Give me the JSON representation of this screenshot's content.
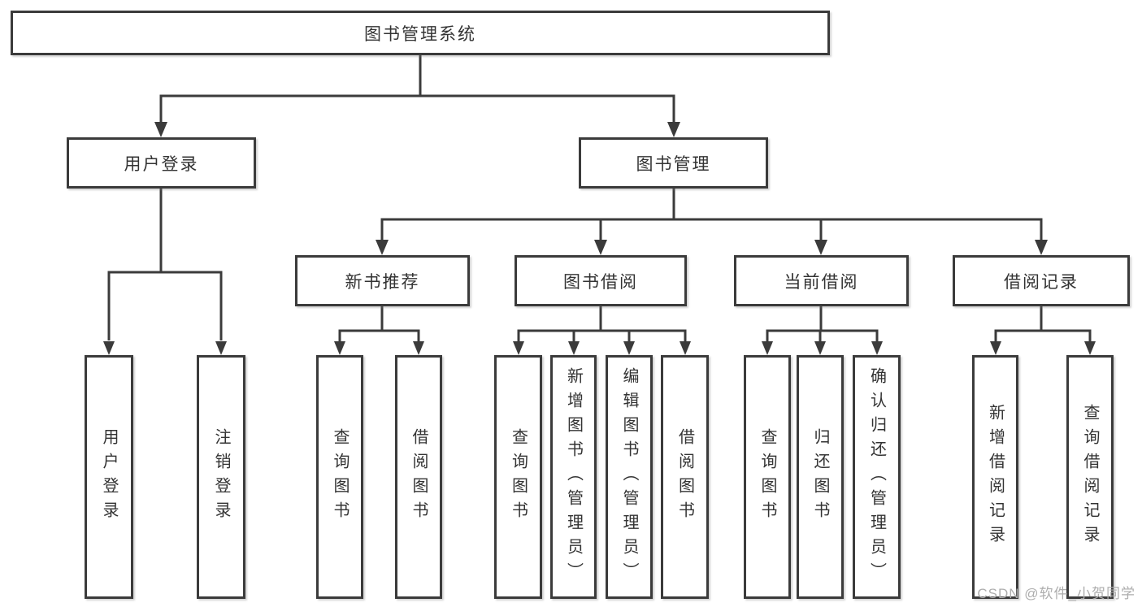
{
  "tree": {
    "root": {
      "label": "图书管理系统",
      "children": [
        {
          "label": "用户登录",
          "children": [
            {
              "label": "用户登录"
            },
            {
              "label": "注销登录"
            }
          ]
        },
        {
          "label": "图书管理",
          "children": [
            {
              "label": "新书推荐",
              "children": [
                {
                  "label": "查询图书"
                },
                {
                  "label": "借阅图书"
                }
              ]
            },
            {
              "label": "图书借阅",
              "children": [
                {
                  "label": "查询图书"
                },
                {
                  "label": "新增图书（管理员）"
                },
                {
                  "label": "编辑图书（管理员）"
                },
                {
                  "label": "借阅图书"
                }
              ]
            },
            {
              "label": "当前借阅",
              "children": [
                {
                  "label": "查询图书"
                },
                {
                  "label": "归还图书"
                },
                {
                  "label": "确认归还（管理员）"
                }
              ]
            },
            {
              "label": "借阅记录",
              "children": [
                {
                  "label": "新增借阅记录"
                },
                {
                  "label": "查询借阅记录"
                }
              ]
            }
          ]
        }
      ]
    }
  },
  "watermark": {
    "text": "CSDN @软件_小贺同学"
  },
  "colors": {
    "line": "#3b3b3b",
    "text": "#333333",
    "box_background": "#ffffff",
    "watermark": "#adadad"
  }
}
